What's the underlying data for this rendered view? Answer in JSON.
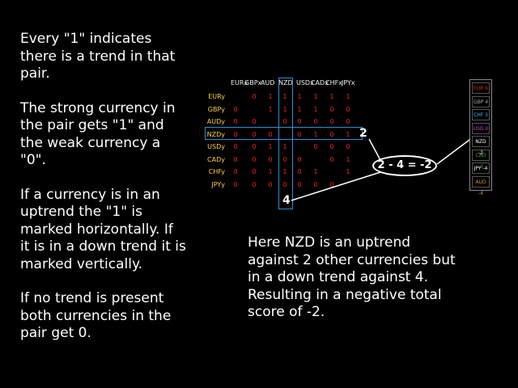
{
  "left_text": {
    "p1": "Every \"1\" indicates there is a trend in that pair.",
    "p2": "The strong currency in the pair gets \"1\" and the weak currency a \"0\".",
    "p3": "If a currency is in an uptrend the \"1\" is marked horizontally. If it is in a down trend it is marked vertically.",
    "p4": "If no trend is present both currencies in the pair get 0."
  },
  "right_text": "Here NZD is an uptrend against 2 other currencies but in a down trend against 4. Resulting in a negative total score of -2.",
  "matrix": {
    "headers": [
      "EURx",
      "GBPx",
      "AUD",
      "NZD",
      "USDx",
      "CADx",
      "CHFx",
      "JPYx"
    ],
    "rows": [
      {
        "label": "EURy",
        "cells": [
          "",
          "0",
          "1",
          "1",
          "1",
          "1",
          "1",
          "1"
        ]
      },
      {
        "label": "GBPy",
        "cells": [
          "0",
          "",
          "1",
          "1",
          "1",
          "1",
          "0",
          "0"
        ]
      },
      {
        "label": "AUDy",
        "cells": [
          "0",
          "0",
          "",
          "0",
          "0",
          "0",
          "0",
          "0"
        ]
      },
      {
        "label": "NZDy",
        "cells": [
          "0",
          "0",
          "0",
          "",
          "0",
          "1",
          "0",
          "1"
        ]
      },
      {
        "label": "USDy",
        "cells": [
          "0",
          "0",
          "1",
          "1",
          "",
          "0",
          "0",
          "0"
        ]
      },
      {
        "label": "CADy",
        "cells": [
          "0",
          "0",
          "0",
          "0",
          "0",
          "",
          "0",
          "1"
        ]
      },
      {
        "label": "CHFy",
        "cells": [
          "0",
          "0",
          "1",
          "1",
          "0",
          "1",
          "",
          "1"
        ]
      },
      {
        "label": "JPYy",
        "cells": [
          "0",
          "0",
          "0",
          "0",
          "0",
          "0",
          "0",
          ""
        ]
      }
    ],
    "row_sum": "2",
    "col_sum": "4",
    "equation": "2 - 4 = -2"
  },
  "panel": {
    "items": [
      {
        "label": "EUR 6",
        "color": "#ee2222"
      },
      {
        "label": "GBP 4",
        "color": "#aaaaaa"
      },
      {
        "label": "CHF 3",
        "color": "#33bbee"
      },
      {
        "label": "USD 0",
        "color": "#cc44cc"
      },
      {
        "label": "NZD -2",
        "color": "#ffffff"
      },
      {
        "label": "CAD -3",
        "color": "#33aa33"
      },
      {
        "label": "JPY -4",
        "color": "#ffffff"
      },
      {
        "label": "AUD -4",
        "color": "#ee8822"
      }
    ]
  }
}
